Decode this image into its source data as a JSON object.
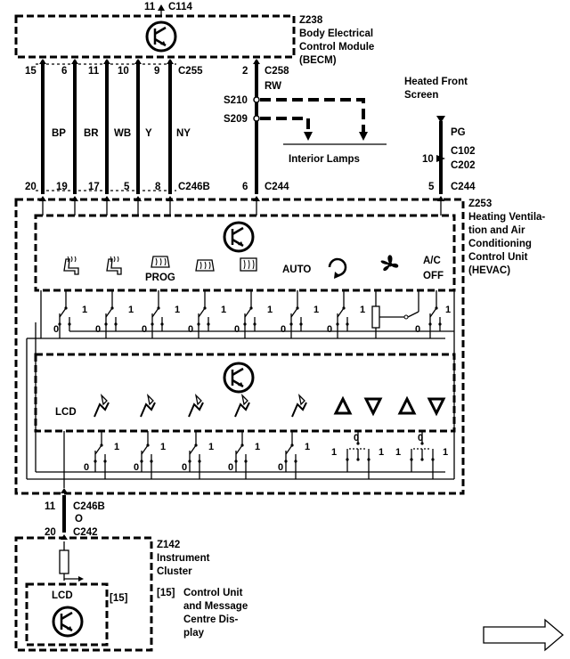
{
  "top_connector": {
    "pin": "11",
    "name": "C114"
  },
  "becm": {
    "ref": "Z238",
    "name_lines": [
      "Body Electrical",
      "Control Module",
      "(BECM)"
    ],
    "connector": "C255",
    "connector2": "C258"
  },
  "wires": [
    {
      "top_pin": "15",
      "color": "BP",
      "bottom_pin": "20"
    },
    {
      "top_pin": "6",
      "color": "BR",
      "bottom_pin": "19"
    },
    {
      "top_pin": "11",
      "color": "WB",
      "bottom_pin": "17"
    },
    {
      "top_pin": "10",
      "color": "Y",
      "bottom_pin": "5"
    },
    {
      "top_pin": "9",
      "color": "NY",
      "bottom_pin": "8"
    }
  ],
  "c246b_label": "C246B",
  "rw_wire": {
    "top_pin": "2",
    "color": "RW",
    "bottom_pin": "6",
    "bottom_connector": "C244"
  },
  "splices": [
    "S210",
    "S209"
  ],
  "interior_lamps": "Interior Lamps",
  "heated_screen": {
    "label_lines": [
      "Heated Front",
      "Screen"
    ],
    "color": "PG",
    "pin": "10",
    "connector_a": "C102",
    "connector_b": "C202",
    "bottom_pin": "5",
    "bottom_connector": "C244"
  },
  "hevac": {
    "ref": "Z253",
    "name_lines": [
      "Heating Ventila-",
      "tion and Air",
      "Conditioning",
      "Control Unit",
      "(HEVAC)"
    ],
    "prog_label": "PROG",
    "auto_label": "AUTO",
    "ac_label_lines": [
      "A/C",
      "OFF"
    ],
    "lcd_label": "LCD",
    "switch_on": "1",
    "switch_off": "0"
  },
  "output_wire": {
    "pin": "11",
    "connector": "C246B",
    "color": "O",
    "bottom_pin": "20",
    "bottom_connector": "C242"
  },
  "cluster": {
    "ref": "Z142",
    "name_lines": [
      "Instrument",
      "Cluster"
    ],
    "lcd_label": "LCD",
    "sub_ref": "[15]",
    "sub_name_lines": [
      "Control Unit",
      "and Message",
      "Centre Dis-",
      "play"
    ]
  },
  "icons": [
    "ecu-icon",
    "seat-heat-icon",
    "rear-screen-heat-icon",
    "recirculation-icon",
    "fan-icon",
    "air-distribution-icon",
    "up-arrow-icon",
    "down-arrow-icon",
    "next-page-arrow-icon"
  ]
}
